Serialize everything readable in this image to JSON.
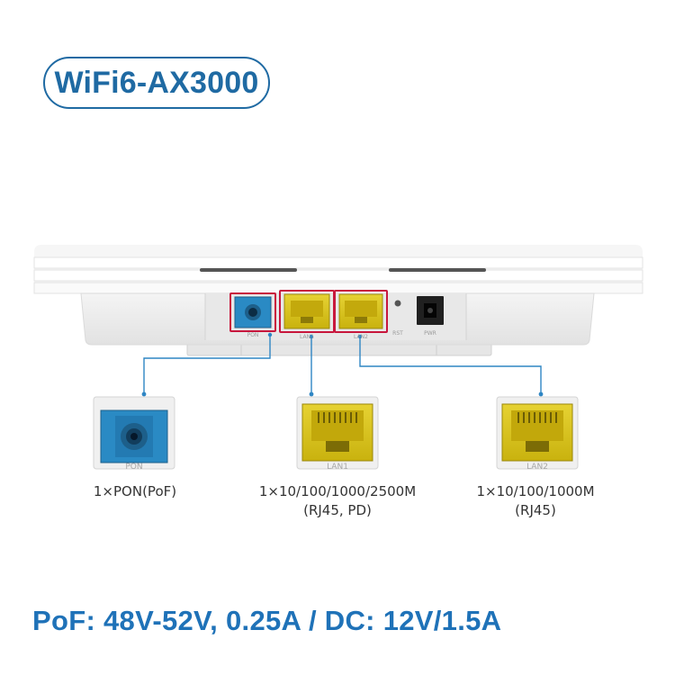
{
  "badge": {
    "text": "WiFi6-AX3000"
  },
  "device": {
    "port_labels": [
      "PON",
      "LAN1",
      "LAN2",
      "RST",
      "PWR"
    ],
    "colors": {
      "pon_port": "#2a8ac4",
      "lan_port": "#d7c31a",
      "highlight_frame": "#c8173d",
      "leader_line": "#2f86c4"
    }
  },
  "callouts": [
    {
      "icon": "pon-port-icon",
      "tag": "PON",
      "lines": [
        "1×PON(PoF)"
      ]
    },
    {
      "icon": "rj45-port-icon",
      "tag": "LAN1",
      "lines": [
        "1×10/100/1000/2500M",
        "(RJ45, PD)"
      ]
    },
    {
      "icon": "rj45-port-icon",
      "tag": "LAN2",
      "lines": [
        "1×10/100/1000M",
        "(RJ45)"
      ]
    }
  ],
  "power_spec": {
    "text": "PoF: 48V-52V, 0.25A / DC: 12V/1.5A"
  }
}
